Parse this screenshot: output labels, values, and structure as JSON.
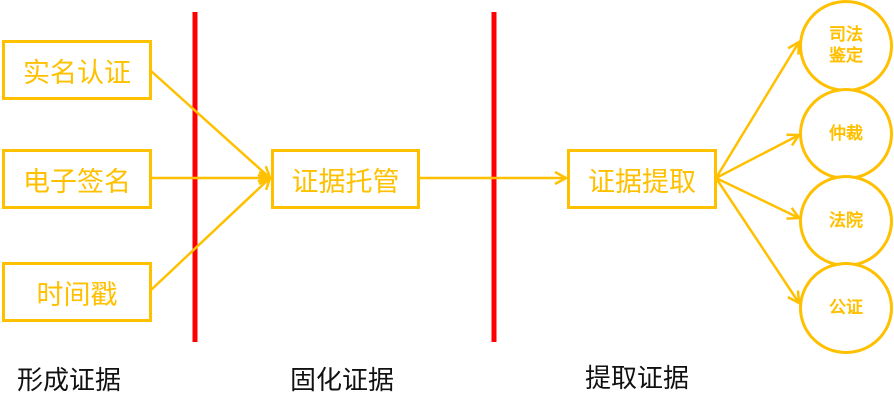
{
  "colors": {
    "node": "#FFC000",
    "divider": "#FF0000",
    "stage_text": "#111111"
  },
  "sources": [
    {
      "label": "实名认证"
    },
    {
      "label": "电子签名"
    },
    {
      "label": "时间戳"
    }
  ],
  "custody": {
    "label": "证据托管"
  },
  "extraction": {
    "label": "证据提取"
  },
  "destinations": [
    {
      "label": "司法鉴定"
    },
    {
      "label": "仲裁"
    },
    {
      "label": "法院"
    },
    {
      "label": "公证"
    }
  ],
  "stages": [
    {
      "label": "形成证据"
    },
    {
      "label": "固化证据"
    },
    {
      "label": "提取证据"
    }
  ]
}
